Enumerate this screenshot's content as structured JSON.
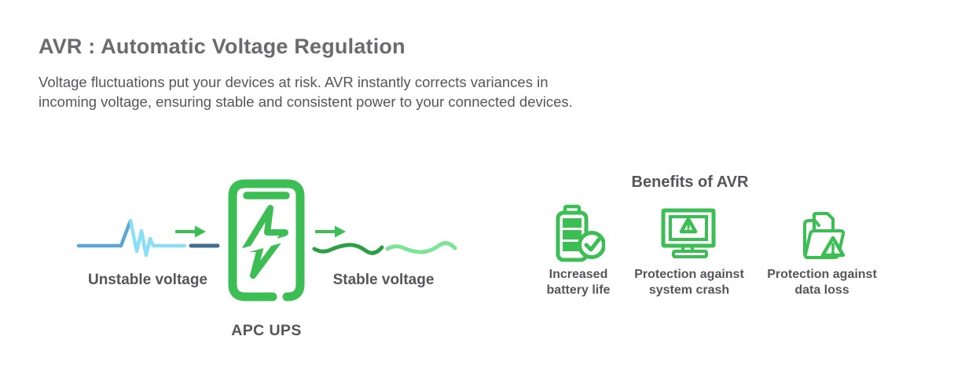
{
  "page": {
    "background": "#ffffff"
  },
  "header": {
    "title": "AVR : Automatic Voltage Regulation",
    "description": "Voltage fluctuations put your devices at risk. AVR instantly corrects variances in\nincoming voltage, ensuring stable and consistent power to your connected devices."
  },
  "flow_diagram": {
    "input_label": "Unstable voltage",
    "device_label": "APC UPS",
    "output_label": "Stable voltage",
    "icons": {
      "input_wave": "unstable-voltage-wave-icon",
      "input_arrow": "arrow-right-icon",
      "device": "ups-lightning-icon",
      "output_arrow": "arrow-right-icon",
      "output_wave": "stable-voltage-wave-icon"
    }
  },
  "benefits": {
    "heading": "Benefits of AVR",
    "items": [
      {
        "icon": "battery-check-icon",
        "label": "Increased\nbattery life"
      },
      {
        "icon": "monitor-warning-icon",
        "label": "Protection against\nsystem crash"
      },
      {
        "icon": "folder-warning-icon",
        "label": "Protection against\ndata loss"
      }
    ]
  },
  "colors": {
    "accent_green": "#3CBE55",
    "wave_green_dark": "#2E9E44",
    "wave_green_light": "#7BE495",
    "wave_blue_medium": "#5BA6D3",
    "wave_blue_light": "#8ADFF7",
    "wave_blue_dark": "#41708F",
    "heading_gray": "#6A6B6E",
    "text_gray": "#55565A"
  }
}
